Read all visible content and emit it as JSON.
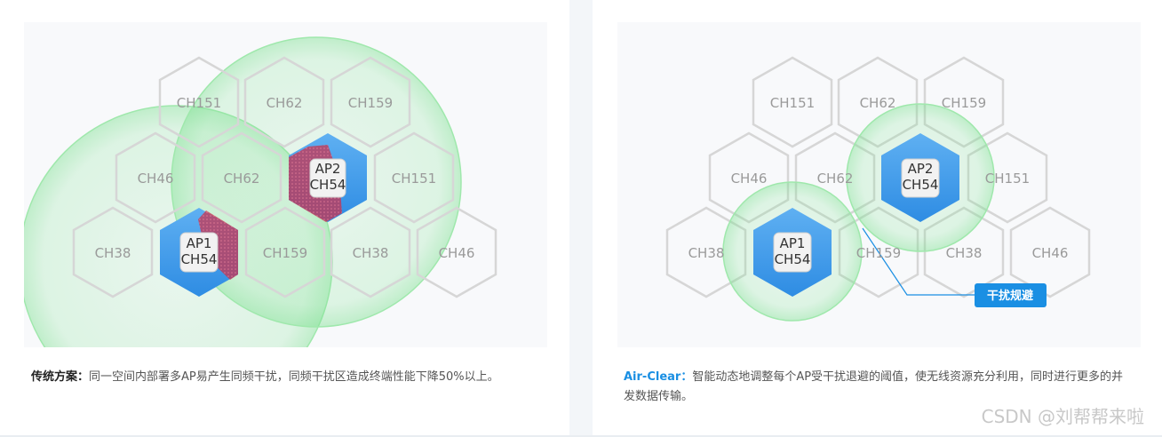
{
  "left": {
    "hexes": [
      "CH151",
      "CH62",
      "CH159",
      "CH46",
      "CH62",
      "CH151",
      "CH38",
      "CH159",
      "CH38",
      "CH46"
    ],
    "ap1": {
      "line1": "AP1",
      "line2": "CH54"
    },
    "ap2": {
      "line1": "AP2",
      "line2": "CH54"
    },
    "caption_lead": "传统方案：",
    "caption_text": "同一空间内部署多AP易产生同频干扰，同频干扰区造成终端性能下降50%以上。"
  },
  "right": {
    "hexes": [
      "CH151",
      "CH62",
      "CH159",
      "CH46",
      "CH62",
      "CH151",
      "CH38",
      "CH159",
      "CH38",
      "CH46"
    ],
    "ap1": {
      "line1": "AP1",
      "line2": "CH54"
    },
    "ap2": {
      "line1": "AP2",
      "line2": "CH54"
    },
    "badge": "干扰规避",
    "caption_lead": "Air-Clear：",
    "caption_text": "智能动态地调整每个AP受干扰退避的阈值，使无线资源充分利用，同时进行更多的并发数据传输。"
  },
  "watermark": "CSDN @刘帮帮来啦",
  "colors": {
    "coverage_green": "#7be08f",
    "ap_blue": "#3d9be9",
    "interference_red": "#c8324f",
    "badge_blue": "#1a8fe3"
  }
}
